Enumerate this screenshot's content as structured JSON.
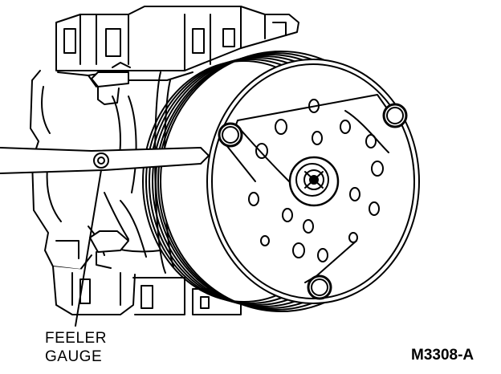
{
  "callout": {
    "line1": "FEELER",
    "line2": "GAUGE"
  },
  "figure_id": "M3308-A",
  "colors": {
    "ink": "#000000",
    "paper": "#ffffff"
  }
}
